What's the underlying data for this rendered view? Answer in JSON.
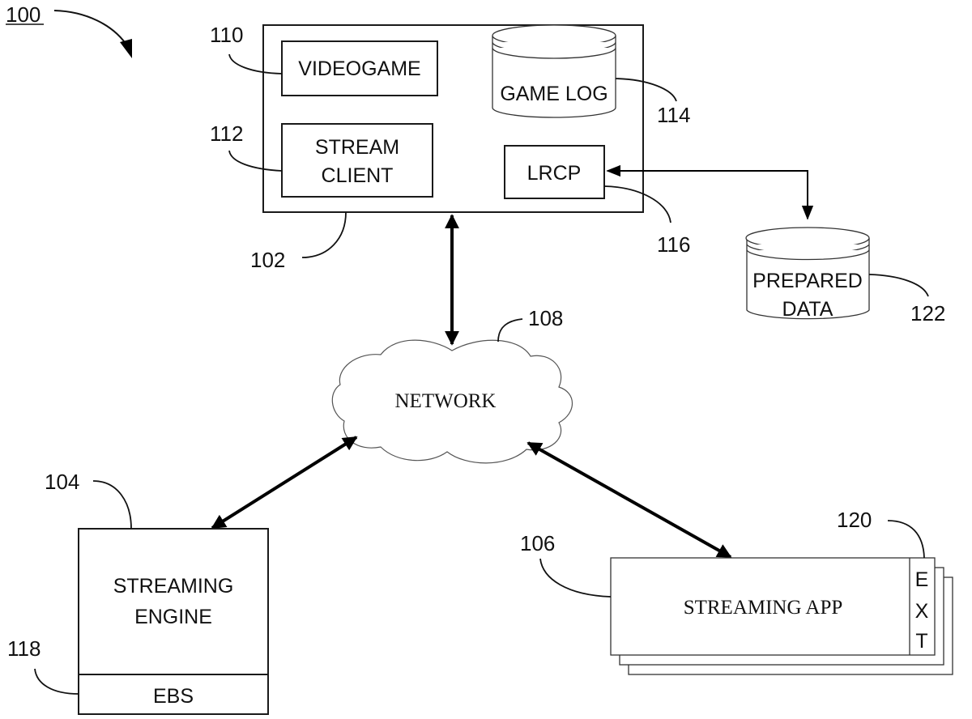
{
  "figure": {
    "reference": "100",
    "nodes": {
      "client_device": {
        "ref": "102"
      },
      "videogame": {
        "ref": "110",
        "label": "VIDEOGAME"
      },
      "stream_client": {
        "ref": "112",
        "label_line1": "STREAM",
        "label_line2": "CLIENT"
      },
      "game_log": {
        "ref": "114",
        "label": "GAME LOG"
      },
      "lrcp": {
        "ref": "116",
        "label": "LRCP"
      },
      "prepared_data": {
        "ref": "122",
        "label_line1": "PREPARED",
        "label_line2": "DATA"
      },
      "network": {
        "ref": "108",
        "label": "NETWORK"
      },
      "streaming_engine": {
        "ref": "104",
        "label_line1": "STREAMING",
        "label_line2": "ENGINE"
      },
      "ebs": {
        "ref": "118",
        "label": "EBS"
      },
      "streaming_app": {
        "ref": "106",
        "label": "STREAMING APP"
      },
      "ext": {
        "ref": "120",
        "letters": [
          "E",
          "X",
          "T"
        ]
      }
    },
    "connections": [
      {
        "from": "client_device",
        "to": "network",
        "type": "bidirectional"
      },
      {
        "from": "network",
        "to": "streaming_engine",
        "type": "bidirectional"
      },
      {
        "from": "network",
        "to": "streaming_app",
        "type": "bidirectional"
      },
      {
        "from": "lrcp",
        "to": "prepared_data",
        "type": "bidirectional"
      }
    ]
  }
}
